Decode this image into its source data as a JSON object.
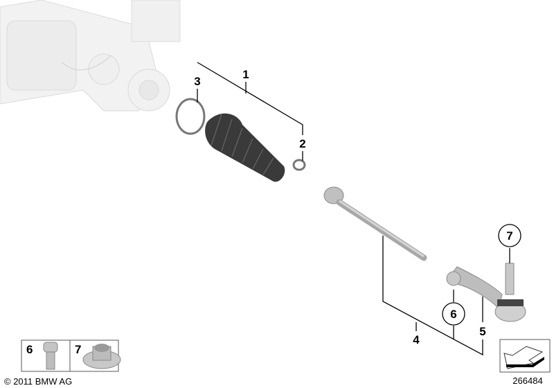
{
  "diagram": {
    "callouts": [
      {
        "id": "3",
        "label": "3"
      },
      {
        "id": "1",
        "label": "1"
      },
      {
        "id": "2",
        "label": "2"
      },
      {
        "id": "4",
        "label": "4"
      },
      {
        "id": "5",
        "label": "5"
      },
      {
        "id": "6",
        "label": "6"
      },
      {
        "id": "7",
        "label": "7"
      }
    ],
    "legend_boxes": [
      {
        "label": "6",
        "part": "bolt"
      },
      {
        "label": "7",
        "part": "flange-nut"
      }
    ],
    "copyright": "© 2011 BMW AG",
    "diagram_number": "266484",
    "colors": {
      "parts_grey": "#b8b8b8",
      "boot_dark": "#3a3a3a",
      "housing_light": "#e6e6e6"
    }
  }
}
